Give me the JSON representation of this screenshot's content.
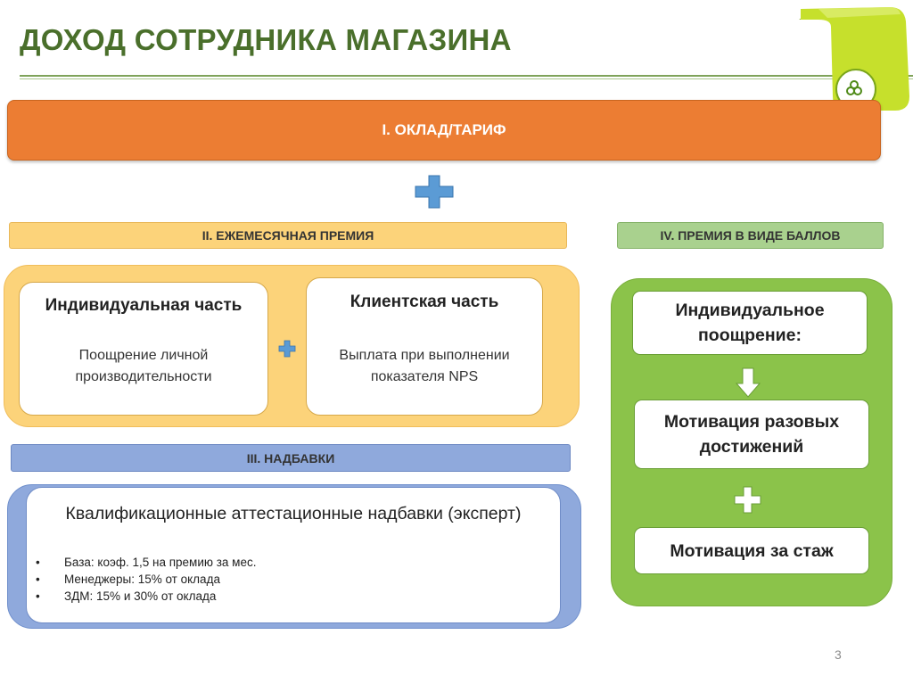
{
  "title": "ДОХОД СОТРУДНИКА МАГАЗИНА",
  "page_number": "3",
  "salary": {
    "label": "I. ОКЛАД/ТАРИФ"
  },
  "monthly_bonus": {
    "label": "II. ЕЖЕМЕСЯЧНАЯ ПРЕМИЯ",
    "individual": {
      "title": "Индивидуальная часть",
      "description": "Поощрение личной производительности"
    },
    "client": {
      "title": "Клиентская часть",
      "description": "Выплата при выполнении показателя NPS"
    }
  },
  "allowances": {
    "label": "III. НАДБАВКИ",
    "qualification": {
      "title": "Квалификационные аттестационные надбавки (эксперт)",
      "items": [
        "База: коэф. 1,5 на премию за мес.",
        "Менеджеры: 15% от оклада",
        "ЗДМ: 15% и 30% от оклада"
      ],
      "bullet": "•"
    }
  },
  "points_bonus": {
    "label": "IV. ПРЕМИЯ В ВИДЕ БАЛЛОВ",
    "individual": "Индивидуальное поощрение:",
    "one_time": "Мотивация разовых достижений",
    "tenure": "Мотивация за стаж"
  },
  "colors": {
    "title": "#4a6f2b",
    "salary_orange": "#ec7d33",
    "monthly_yellow": "#fcd37a",
    "allowance_blue": "#8fa9dc",
    "points_green": "#8bc34a",
    "plus_blue": "#5b9bd5",
    "ribbon_lime": "#c6e02c"
  },
  "icons": [
    "plus-icon",
    "arrow-down-icon",
    "ribbon-logo"
  ]
}
